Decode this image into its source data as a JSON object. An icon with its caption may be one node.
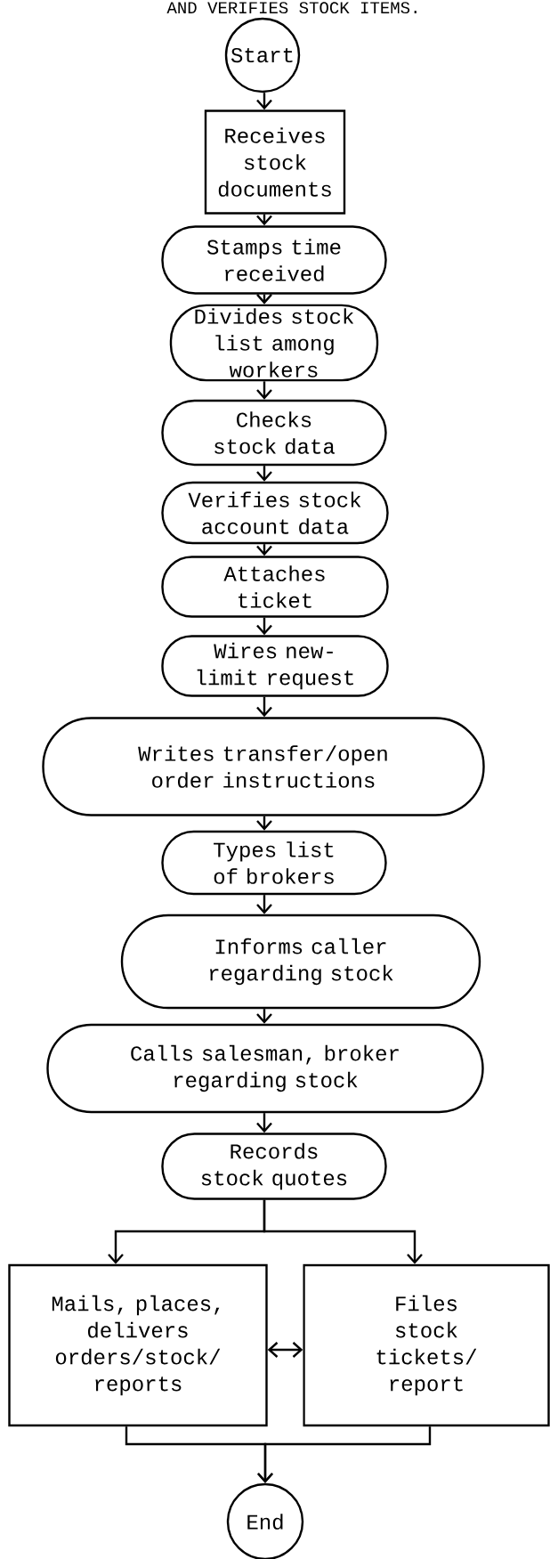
{
  "diagram": {
    "title": "AND VERIFIES STOCK ITEMS.",
    "nodes": [
      {
        "text": [
          "Start"
        ]
      },
      {
        "text": [
          "Receives stock documents"
        ]
      },
      {
        "text": [
          "Stamps time received"
        ]
      },
      {
        "text": [
          "Divides stock list among workers"
        ]
      },
      {
        "text": [
          "Checks stock data"
        ]
      },
      {
        "text": [
          "Verifies stock account data"
        ]
      },
      {
        "text": [
          "Attaches ticket"
        ]
      },
      {
        "text": [
          "Wires new-limit request"
        ]
      },
      {
        "text": [
          "Writes transfer/open order instructions"
        ]
      },
      {
        "text": [
          "Types list of brokers"
        ]
      },
      {
        "text": [
          "Informs caller regarding stock"
        ]
      },
      {
        "text": [
          "Calls salesman, broker regarding stock"
        ]
      },
      {
        "text": [
          "Records stock quotes"
        ]
      },
      {
        "text": [
          "Mails, places, delivers orders/stock/ reports"
        ]
      },
      {
        "text": [
          "Files stock tickets/ report"
        ]
      },
      {
        "text": [
          "End"
        ]
      }
    ],
    "edges": [
      {
        "from": 0,
        "to": 1,
        "arrow": "to"
      },
      {
        "from": 1,
        "to": 2,
        "arrow": "to"
      },
      {
        "from": 2,
        "to": 3,
        "arrow": "to"
      },
      {
        "from": 3,
        "to": 4,
        "arrow": "to"
      },
      {
        "from": 4,
        "to": 5,
        "arrow": "to"
      },
      {
        "from": 5,
        "to": 6,
        "arrow": "to"
      },
      {
        "from": 6,
        "to": 7,
        "arrow": "to"
      },
      {
        "from": 7,
        "to": 8,
        "arrow": "to"
      },
      {
        "from": 8,
        "to": 9,
        "arrow": "to"
      },
      {
        "from": 9,
        "to": 10,
        "arrow": "to"
      },
      {
        "from": 10,
        "to": 11,
        "arrow": "to"
      },
      {
        "from": 11,
        "to": 12,
        "arrow": "to"
      },
      {
        "from": 12,
        "to": 13,
        "arrow": "to"
      },
      {
        "from": 12,
        "to": 14,
        "arrow": "to"
      },
      {
        "from": 13,
        "to": 14,
        "arrow": "both"
      },
      {
        "from": 13,
        "to": 15,
        "arrow": "to"
      },
      {
        "from": 14,
        "to": 15,
        "arrow": "to"
      }
    ]
  }
}
